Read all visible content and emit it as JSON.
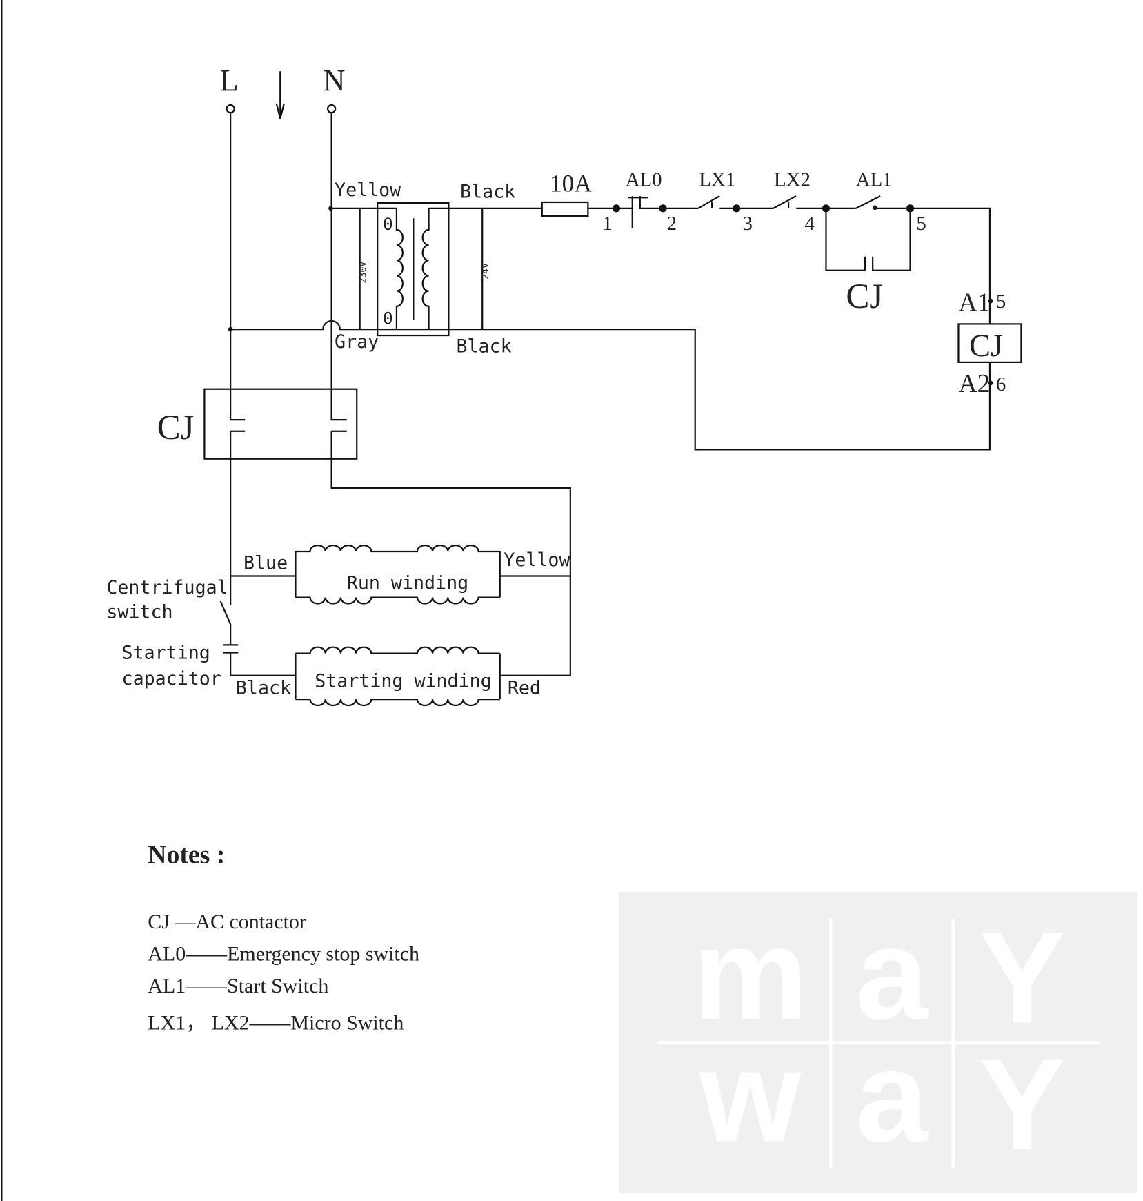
{
  "supply": {
    "line": "L",
    "neutral": "N"
  },
  "transformer": {
    "primary_wire": "Yellow",
    "primary_return": "Gray",
    "secondary_wire": "Black",
    "secondary_return": "Black",
    "primary_voltage": "230V",
    "secondary_voltage": "24V",
    "tap_top": "0",
    "tap_bottom": "0"
  },
  "control": {
    "fuse": "10A",
    "switches": [
      "AL0",
      "LX1",
      "LX2",
      "AL1"
    ],
    "terminals": [
      "1",
      "2",
      "3",
      "4",
      "5"
    ],
    "holding_contact": "CJ",
    "coil": {
      "label": "CJ",
      "a1": "A1",
      "a1_num": "5",
      "a2": "A2",
      "a2_num": "6"
    }
  },
  "main_contactor": "CJ",
  "motor": {
    "run_winding": "Run winding",
    "starting_winding": "Starting winding",
    "blue": "Blue",
    "yellow": "Yellow",
    "black": "Black",
    "red": "Red",
    "centrifugal_1": "Centrifugal",
    "centrifugal_2": "switch",
    "capacitor_1": "Starting",
    "capacitor_2": "capacitor"
  },
  "notes": {
    "title": "Notes :",
    "items": [
      "CJ —AC contactor",
      "AL0——Emergency stop switch",
      "AL1——Start Switch",
      "LX1， LX2——Micro Switch"
    ]
  },
  "watermark": {
    "top": [
      "m",
      "a",
      "Y"
    ],
    "bottom": [
      "w",
      "a",
      "Y"
    ]
  }
}
